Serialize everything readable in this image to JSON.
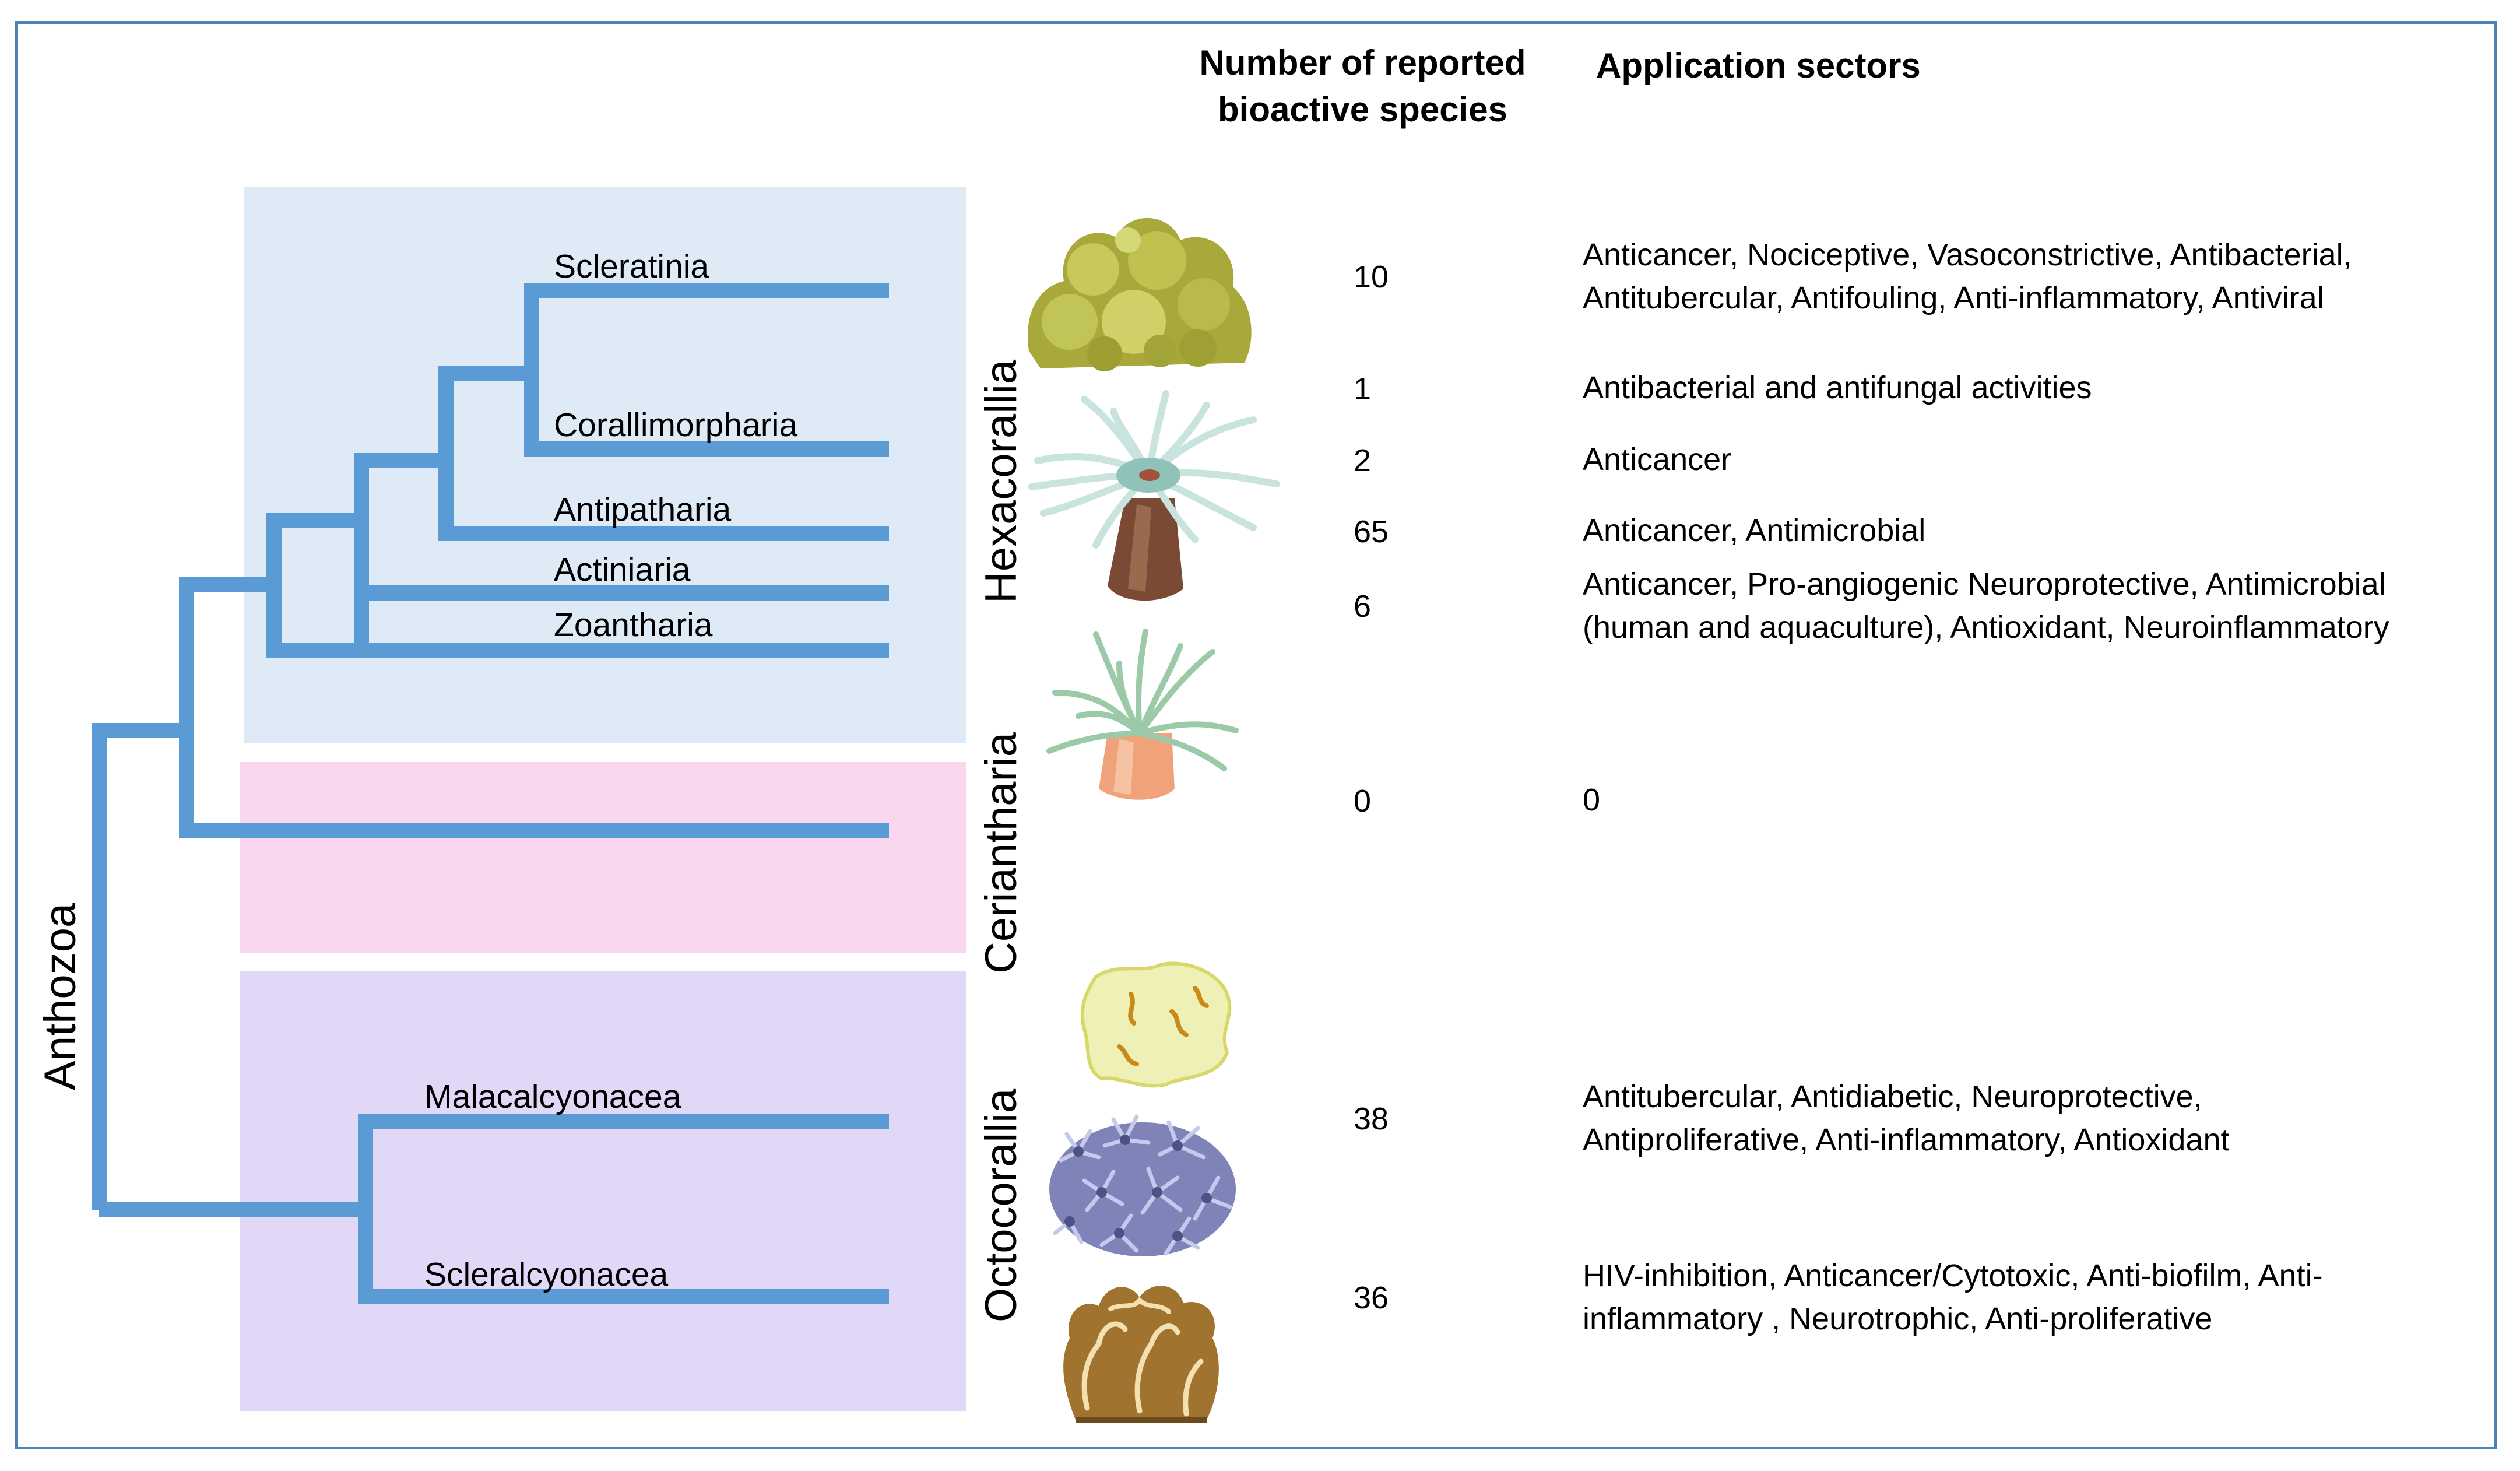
{
  "headers": {
    "count_line1": "Number of reported",
    "count_line2": "bioactive species",
    "sectors": "Application sectors"
  },
  "root_label": "Anthozoa",
  "groups": {
    "hexacorallia": "Hexacorallia",
    "ceriantharia": "Ceriantharia",
    "octocorallia": "Octocorallia"
  },
  "taxa": {
    "scleratinia": "Scleratinia",
    "corallimorpharia": "Corallimorpharia",
    "antipatharia": "Antipatharia",
    "actiniaria": "Actiniaria",
    "zoantharia": "Zoantharia",
    "malacalcyonacea": "Malacalcyonacea",
    "scleralcyonacea": "Scleralcyonacea"
  },
  "rows": [
    {
      "count": "10",
      "sector_line1": "Anticancer, Nociceptive, Vasoconstrictive, Antibacterial,",
      "sector_line2": "Antitubercular, Antifouling, Anti-inflammatory, Antiviral"
    },
    {
      "count": "1",
      "sector_line1": "Antibacterial and antifungal activities",
      "sector_line2": ""
    },
    {
      "count": "2",
      "sector_line1": "Anticancer",
      "sector_line2": ""
    },
    {
      "count": "65",
      "sector_line1": "Anticancer, Antimicrobial",
      "sector_line2": ""
    },
    {
      "count": "6",
      "sector_line1": "Anticancer, Pro-angiogenic Neuroprotective, Antimicrobial",
      "sector_line2": "(human and aquaculture), Antioxidant, Neuroinflammatory"
    },
    {
      "count": "0",
      "sector_line1": "0",
      "sector_line2": ""
    },
    {
      "count": "38",
      "sector_line1": "Antitubercular, Antidiabetic, Neuroprotective,",
      "sector_line2": "Antiproliferative, Anti-inflammatory, Antioxidant"
    },
    {
      "count": "36",
      "sector_line1": "HIV-inhibition, Anticancer/Cytotoxic, Anti-biofilm, Anti-",
      "sector_line2": "inflammatory , Neurotrophic, Anti-proliferative"
    }
  ],
  "colors": {
    "frame": "#4f81bd",
    "tree_line": "#5b9bd5",
    "hexacorallia_box": "#deeaf6",
    "ceriantharia_box": "#f9d8ef",
    "octocorallia_box": "#e1d8f8"
  },
  "icons": [
    "yellow-coral-icon",
    "sea-anemone-icon",
    "tube-anemone-icon",
    "encrusting-soft-coral-icon",
    "purple-polyp-coral-icon",
    "leather-coral-icon"
  ]
}
